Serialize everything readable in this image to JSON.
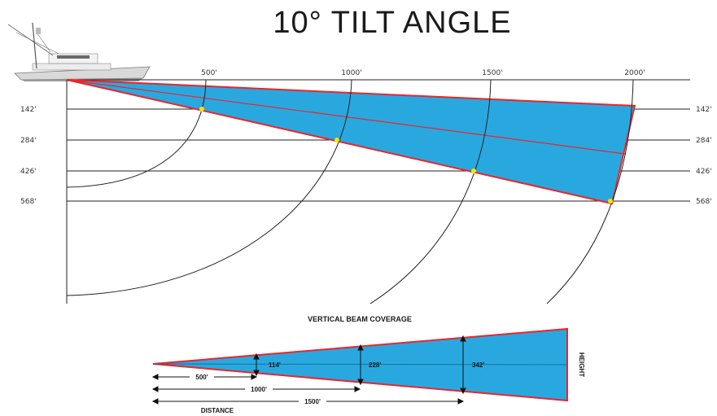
{
  "title": "10° TILT ANGLE",
  "distance_markers": [
    "500'",
    "1000'",
    "1500'",
    "2000'"
  ],
  "depth_markers": [
    "142'",
    "284'",
    "426'",
    "568'"
  ],
  "beam_caption": "VERTICAL BEAM COVERAGE",
  "coverage_heights": [
    "114'",
    "228'",
    "342'"
  ],
  "distance_arrows": [
    "500'",
    "1000'",
    "1500'"
  ],
  "distance_caption": "DISTANCE",
  "height_caption": "HEIGHT",
  "colors": {
    "beam_fill": "#29a8e0",
    "beam_edge": "#e8262b",
    "line": "#222222",
    "marker": "#f2e600"
  }
}
